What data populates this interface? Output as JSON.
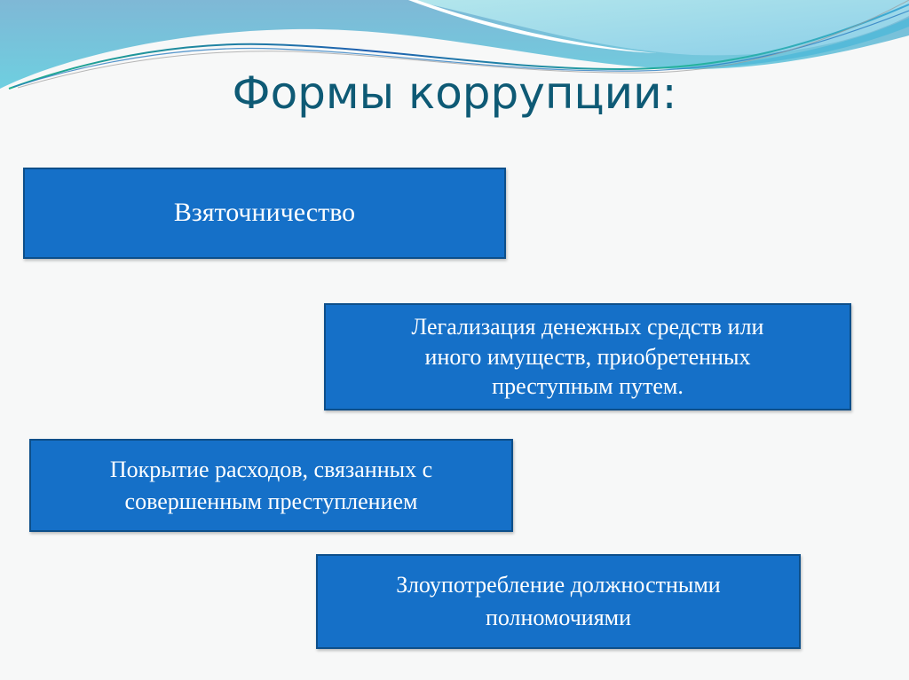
{
  "slide": {
    "title": "Формы коррупции:",
    "items": [
      {
        "label": "Взяточничество"
      },
      {
        "label": "Легализация денежных средств или\nиного имуществ, приобретенных\nпреступным путем."
      },
      {
        "label": "Покрытие расходов, связанных  с\nсовершенным преступлением"
      },
      {
        "label": "Злоупотребление должностными\nполномочиями"
      }
    ]
  },
  "colors": {
    "title": "#0e5a75",
    "box_fill": "#1570c8",
    "box_border": "#0d4f8a",
    "box_text": "#ffffff",
    "background": "#f7f8f8",
    "wave_top": "#7fbcd8",
    "wave_light": "#a8dde8"
  }
}
